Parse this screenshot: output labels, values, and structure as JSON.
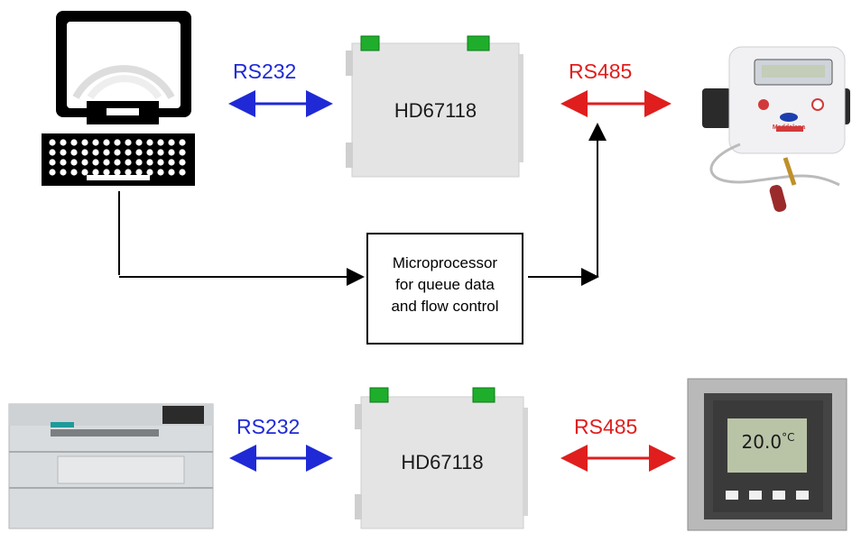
{
  "top": {
    "left_protocol": "RS232",
    "right_protocol": "RS485",
    "gateway_title": "HD67118"
  },
  "bottom": {
    "left_protocol": "RS232",
    "right_protocol": "RS485",
    "gateway_title": "HD67118"
  },
  "micro": {
    "line1": "Microprocessor",
    "line2": "for queue data",
    "line3": "and flow control"
  },
  "meter": {
    "brand": "Maddalena"
  },
  "thermostat": {
    "reading": "20.0",
    "unit": "°C"
  },
  "colors": {
    "rs232": "#1f2ad6",
    "rs485": "#e01e1e",
    "line": "#000000"
  }
}
